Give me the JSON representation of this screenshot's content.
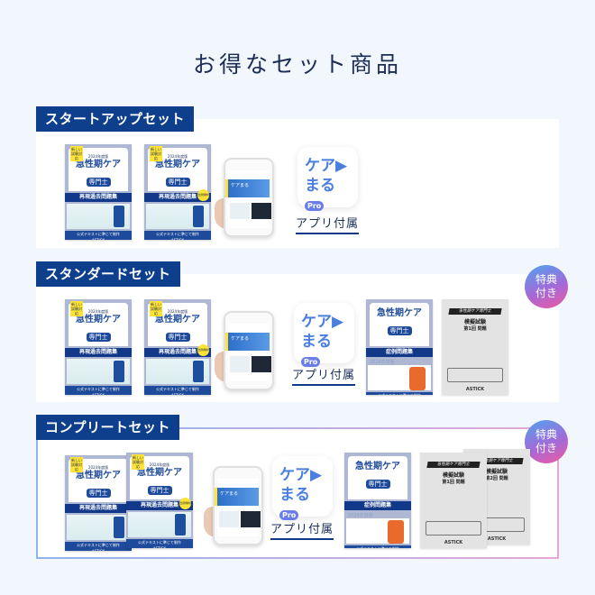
{
  "title": "お得なセット商品",
  "colors": {
    "label_bg": "#0e3f8c",
    "background": "#f1f7fc",
    "badge_gradient": [
      "#4fa3ef",
      "#f05aa0"
    ]
  },
  "book_text": {
    "new_tag": "新しい試験対応",
    "year": "2024年度版",
    "title_main": "急性期ケア",
    "title_sub": "専門士",
    "past_exam": "再現過去問題集",
    "case_book": "症例問題集",
    "footer": "公式テキストに準じて制作",
    "publisher": "ASTICK",
    "stamp": "出題傾向"
  },
  "mock_text": {
    "header": "急性期ケア専門士",
    "name": "模擬試験",
    "round1": "第1回 問題",
    "round2": "第2回 問題",
    "publisher": "ASTICK"
  },
  "app": {
    "name_line1": "ケア▶",
    "name_line2": "まる",
    "pro": "Pro",
    "label": "アプリ付属",
    "screen_title": "ケアまる"
  },
  "badge": {
    "line1": "特典",
    "line2": "付き"
  },
  "sets": [
    {
      "label": "スタートアップセット"
    },
    {
      "label": "スタンダードセット"
    },
    {
      "label": "コンプリートセット"
    }
  ]
}
